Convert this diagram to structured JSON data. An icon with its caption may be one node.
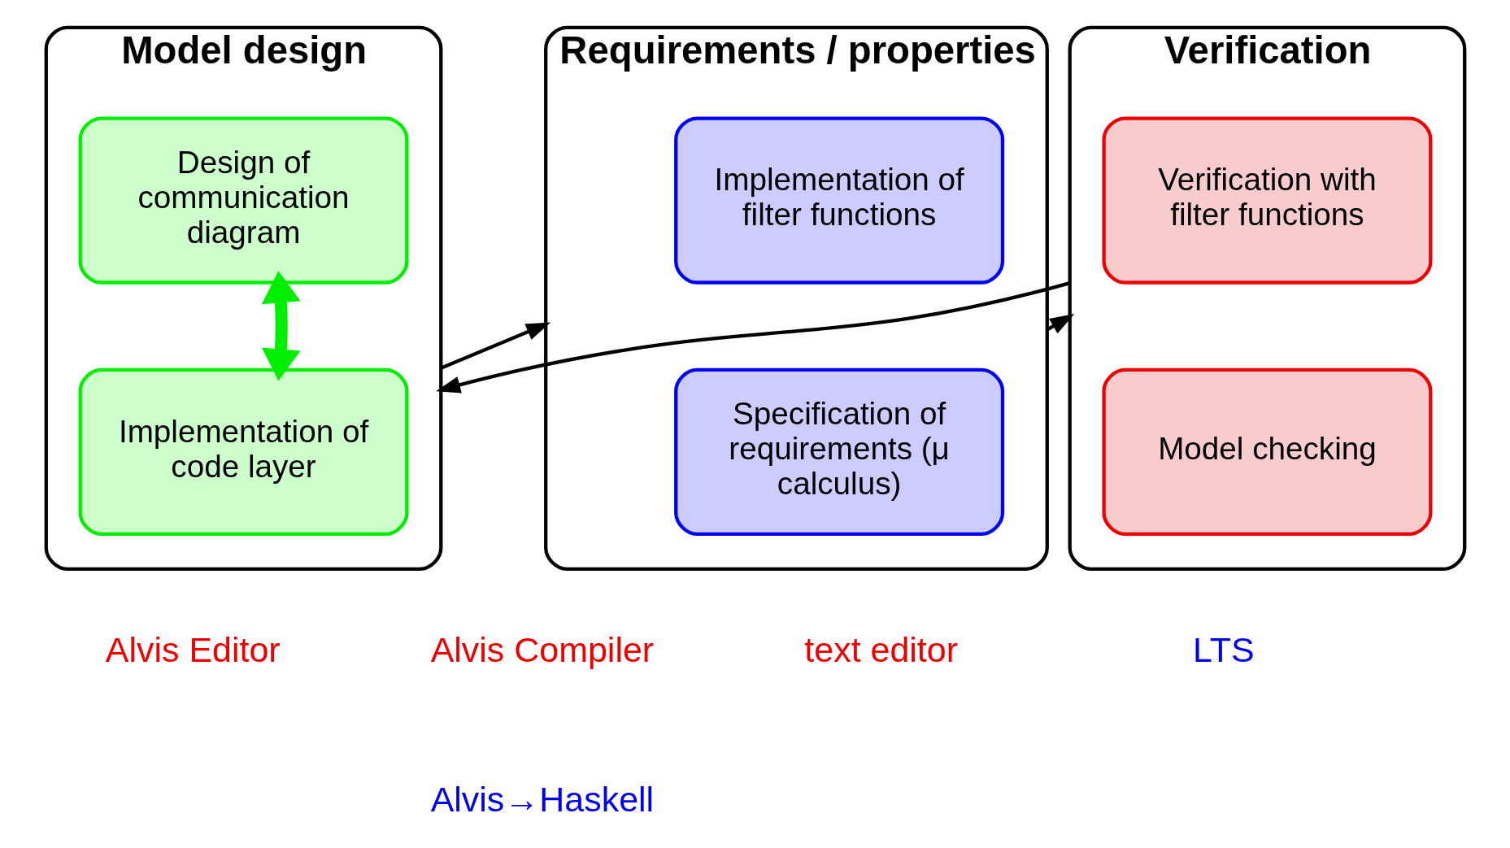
{
  "diagram": {
    "nodes": [
      {
        "text": [
          "Model design"
        ]
      },
      {
        "text": [
          "Design of communication diagram"
        ],
        "in": 0
      },
      {
        "text": [
          "Implementation of code layer"
        ],
        "in": 0
      },
      {
        "text": [
          "Requirements / properties"
        ]
      },
      {
        "text": [
          "Implementation of filter functions"
        ],
        "in": 3
      },
      {
        "text": [
          "Specification of requirements (μ calculus)"
        ],
        "in": 3
      },
      {
        "text": [
          "Verification"
        ]
      },
      {
        "text": [
          "Verification with filter functions"
        ],
        "in": 6
      },
      {
        "text": [
          "Model checking"
        ],
        "in": 6
      }
    ],
    "edges": [
      {
        "from": 1,
        "to": 2,
        "arrow": "both",
        "style": "thick",
        "color": "#00ee00"
      },
      {
        "from": 0,
        "to": 3,
        "arrow": "to"
      },
      {
        "from": 3,
        "to": 6,
        "arrow": "to"
      },
      {
        "from": 6,
        "to": 0,
        "arrow": "to"
      }
    ],
    "labels": [
      "Alvis Editor",
      "Alvis Compiler",
      "Alvis→Haskell",
      "text editor",
      "LTS"
    ]
  }
}
